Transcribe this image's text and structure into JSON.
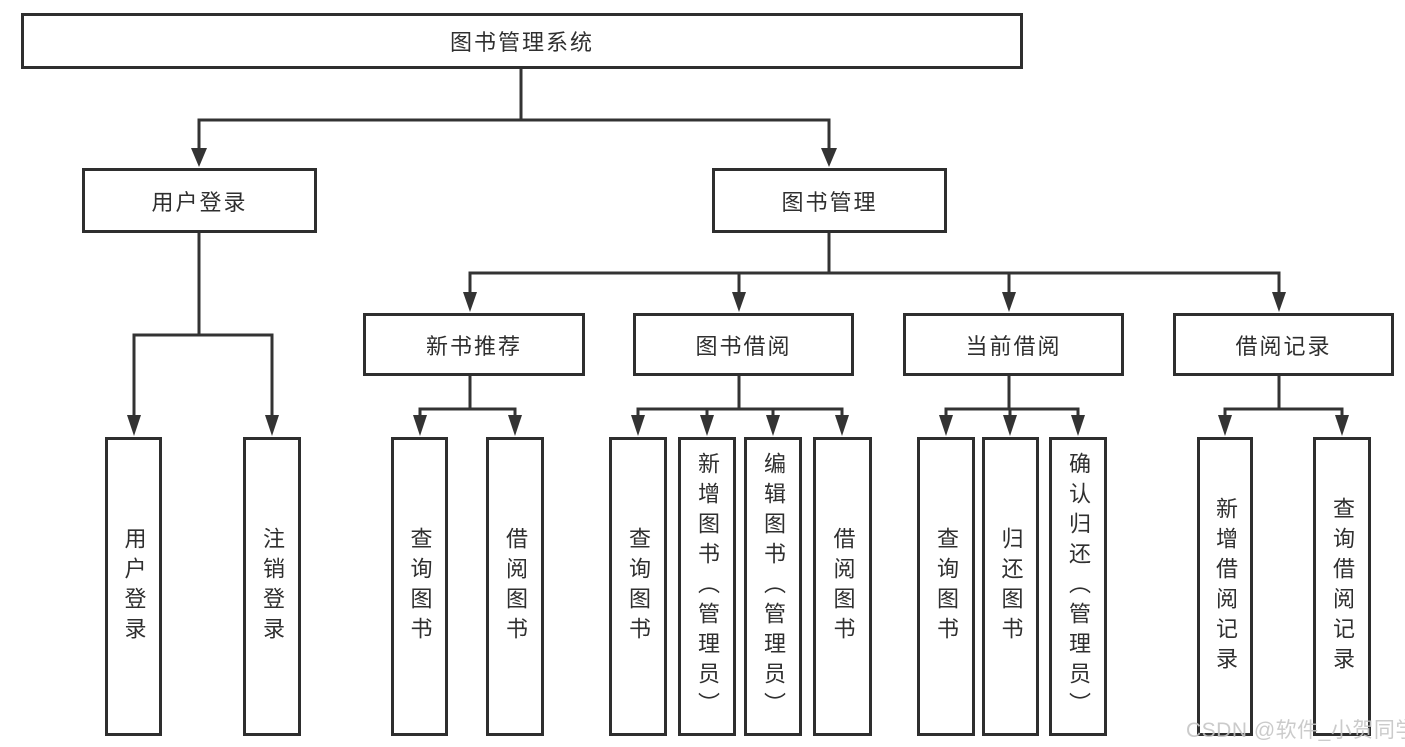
{
  "diagram": {
    "title": "图书管理系统",
    "root": {
      "label": "图书管理系统"
    },
    "level2": [
      {
        "label": "用户登录"
      },
      {
        "label": "图书管理"
      }
    ],
    "level3": [
      {
        "label": "新书推荐"
      },
      {
        "label": "图书借阅"
      },
      {
        "label": "当前借阅"
      },
      {
        "label": "借阅记录"
      }
    ],
    "leaves": {
      "login": [
        "用户登录",
        "注销登录"
      ],
      "new_book": [
        "查询图书",
        "借阅图书"
      ],
      "borrow": [
        "查询图书",
        "新增图书（管理员）",
        "编辑图书（管理员）",
        "借阅图书"
      ],
      "current": [
        "查询图书",
        "归还图书",
        "确认归还（管理员）"
      ],
      "records": [
        "新增借阅记录",
        "查询借阅记录"
      ]
    }
  },
  "watermark": {
    "text": "CSDN @软件_小贺同学",
    "color": "#c6c6c6"
  },
  "colors": {
    "line": "#333333",
    "box_border": "#2e2e2e",
    "text": "#2f2f2f",
    "background": "#ffffff"
  }
}
